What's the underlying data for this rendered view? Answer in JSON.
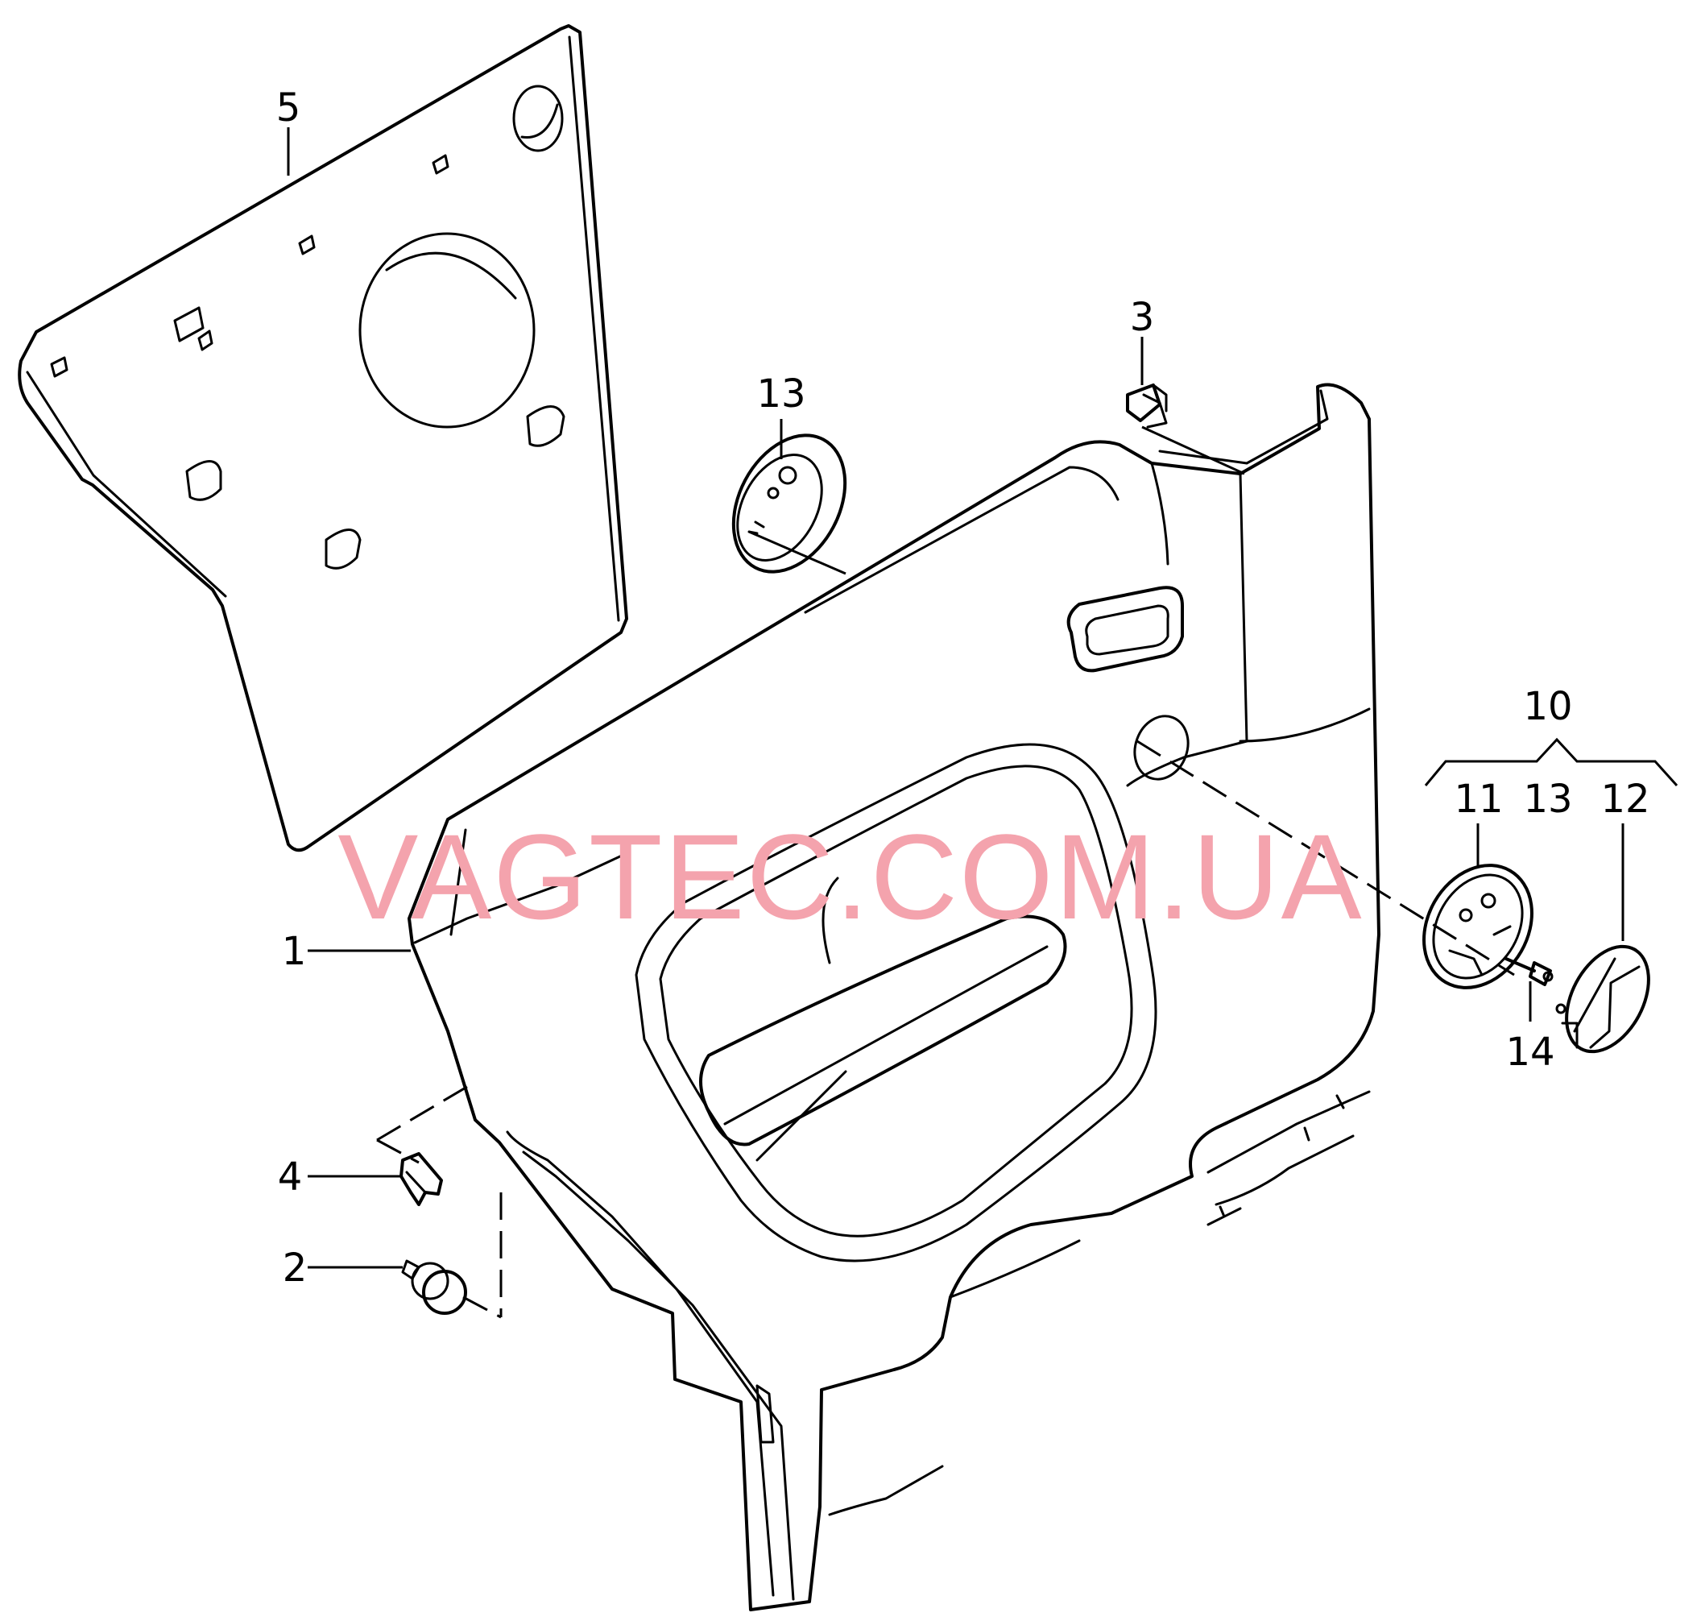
{
  "diagram": {
    "callouts": {
      "c1": "1",
      "c2": "2",
      "c3": "3",
      "c4": "4",
      "c5": "5",
      "c10": "10",
      "c11": "11",
      "c12": "12",
      "c13_top": "13",
      "c13_group": "13",
      "c14": "14"
    },
    "watermark": {
      "text": "VAGTEC.COM.UA",
      "color": "#f4a3ad"
    },
    "line_color": "#000000",
    "background": "#ffffff"
  }
}
